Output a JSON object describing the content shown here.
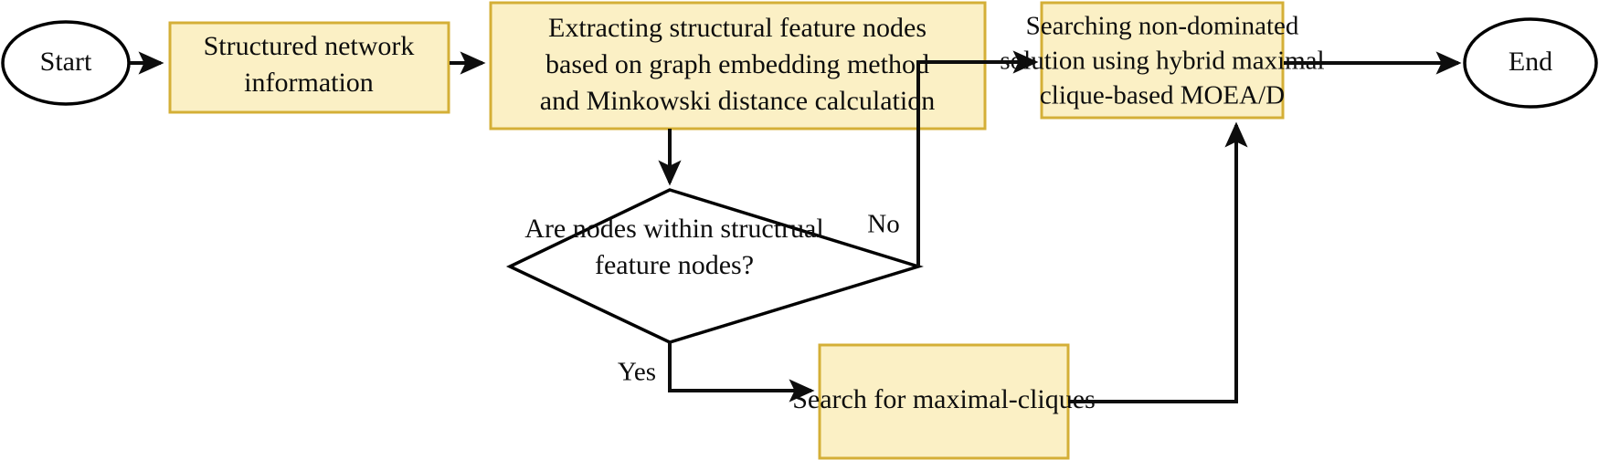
{
  "diagram": {
    "type": "flowchart",
    "orientation": "left-to-right",
    "background_color": "#ffffff",
    "process_fill_color": "#fbf0c5",
    "process_border_color": "#d4af37",
    "terminator_fill_color": "#ffffff",
    "line_color": "#0d0d0d",
    "nodes": [
      {
        "id": "start",
        "shape": "ellipse",
        "label": "Start"
      },
      {
        "id": "structured-network-information",
        "shape": "rectangle",
        "lines": [
          "Structured network",
          "information"
        ]
      },
      {
        "id": "extracting-structural-feature-nodes",
        "shape": "rectangle",
        "lines": [
          "Extracting structural feature nodes",
          "based on graph embedding method",
          "and Minkowski distance calculation"
        ]
      },
      {
        "id": "decision-nodes-within-structural-features",
        "shape": "diamond",
        "lines": [
          "Are nodes within structrual",
          "feature nodes?"
        ]
      },
      {
        "id": "search-for-maximal-cliques",
        "shape": "rectangle",
        "lines": [
          "Search for maximal-cliques"
        ]
      },
      {
        "id": "searching-non-dominated-solution",
        "shape": "rectangle",
        "lines": [
          "Searching non-dominated",
          "solution using hybrid maximal",
          "clique-based MOEA/D"
        ]
      },
      {
        "id": "end",
        "shape": "ellipse",
        "label": "End"
      }
    ],
    "edges": [
      {
        "id": "start-to-structured",
        "from": "start",
        "to": "structured-network-information",
        "label": ""
      },
      {
        "id": "structured-to-extracting",
        "from": "structured-network-information",
        "to": "extracting-structural-feature-nodes",
        "label": ""
      },
      {
        "id": "extracting-to-decision",
        "from": "extracting-structural-feature-nodes",
        "to": "decision-nodes-within-structural-features",
        "label": ""
      },
      {
        "id": "decision-no-to-searching",
        "from": "decision-nodes-within-structural-features",
        "to": "searching-non-dominated-solution",
        "label": "No"
      },
      {
        "id": "decision-yes-to-cliques",
        "from": "decision-nodes-within-structural-features",
        "to": "search-for-maximal-cliques",
        "label": "Yes"
      },
      {
        "id": "cliques-to-searching",
        "from": "search-for-maximal-cliques",
        "to": "searching-non-dominated-solution",
        "label": ""
      },
      {
        "id": "searching-to-end",
        "from": "searching-non-dominated-solution",
        "to": "end",
        "label": ""
      }
    ]
  }
}
